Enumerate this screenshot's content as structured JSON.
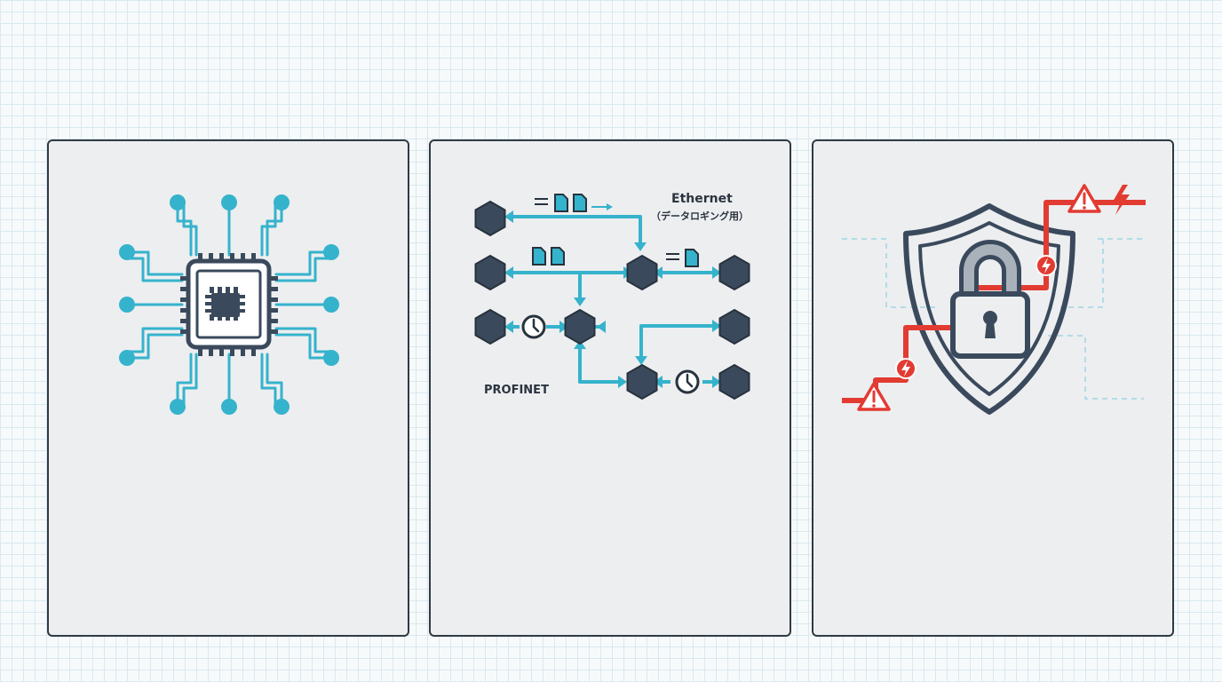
{
  "colors": {
    "accent": "#35b3cc",
    "dark": "#3a4a5c",
    "alert": "#e23b32",
    "panel_bg": "#edeef0",
    "panel_border": "#2f3a45"
  },
  "panels": [
    {
      "icon": "processor-chip-icon"
    },
    {
      "icon": "network-topology-icon",
      "labels": {
        "ethernet_title": "Ethernet",
        "ethernet_subtitle": "（データロギング用）",
        "profinet": "PROFINET"
      }
    },
    {
      "icon": "security-shield-lock-icon"
    }
  ]
}
